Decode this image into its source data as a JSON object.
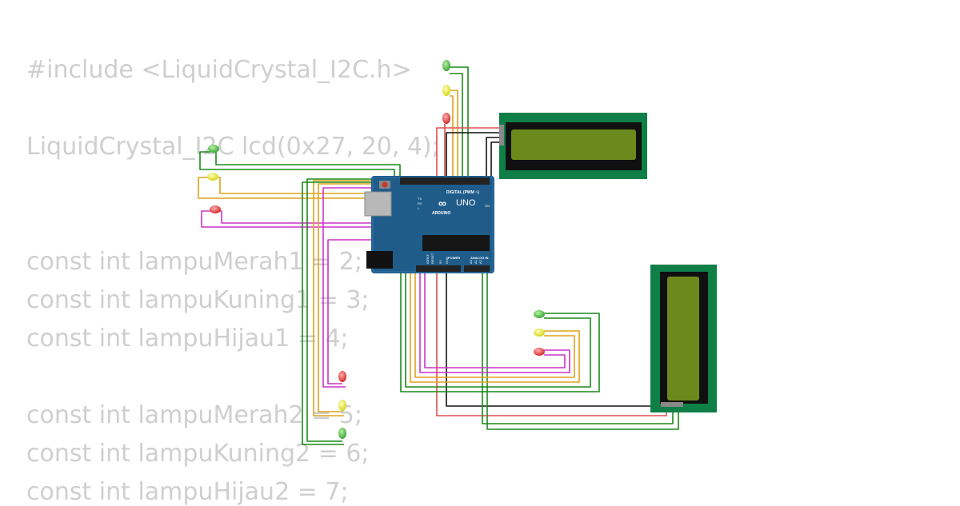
{
  "code": {
    "include": "#include <LiquidCrystal_I2C.h>",
    "lcd_decl": "LiquidCrystal_I2C lcd(0x27, 20, 4);",
    "red1": "const int lampuMerah1 = 2;",
    "yellow1": "const int lampuKuning1 = 3;",
    "green1": "const int lampuHijau1 = 4;",
    "red2": "const int lampuMerah2 = 5;",
    "yellow2": "const int lampuKuning2 = 6;",
    "green2": "const int lampuHijau2 = 7;"
  },
  "board": {
    "logo": "ARDUINO",
    "model": "UNO",
    "digital_label": "DIGITAL (PWM ~)",
    "power_label": "POWER",
    "analog_label": "ANALOG IN",
    "tx_label": "TX",
    "rx_label": "RX",
    "l_label": "L",
    "on_label": "ON",
    "ioref_label": "IOREF",
    "reset_label": "RESET",
    "v5_label": "5V",
    "gnd_label": "GND",
    "a0_label": "A0",
    "a1_label": "A1",
    "a2_label": "A2"
  },
  "colors": {
    "wire_green": "#1a8a1a",
    "wire_yellow": "#e0a21a",
    "wire_red": "#e05050",
    "wire_magenta": "#cc33cc",
    "wire_black": "#111111",
    "board_blue": "#1f5c8a",
    "lcd_frame": "#0e7f47",
    "lcd_screen": "#6c8a1c"
  }
}
